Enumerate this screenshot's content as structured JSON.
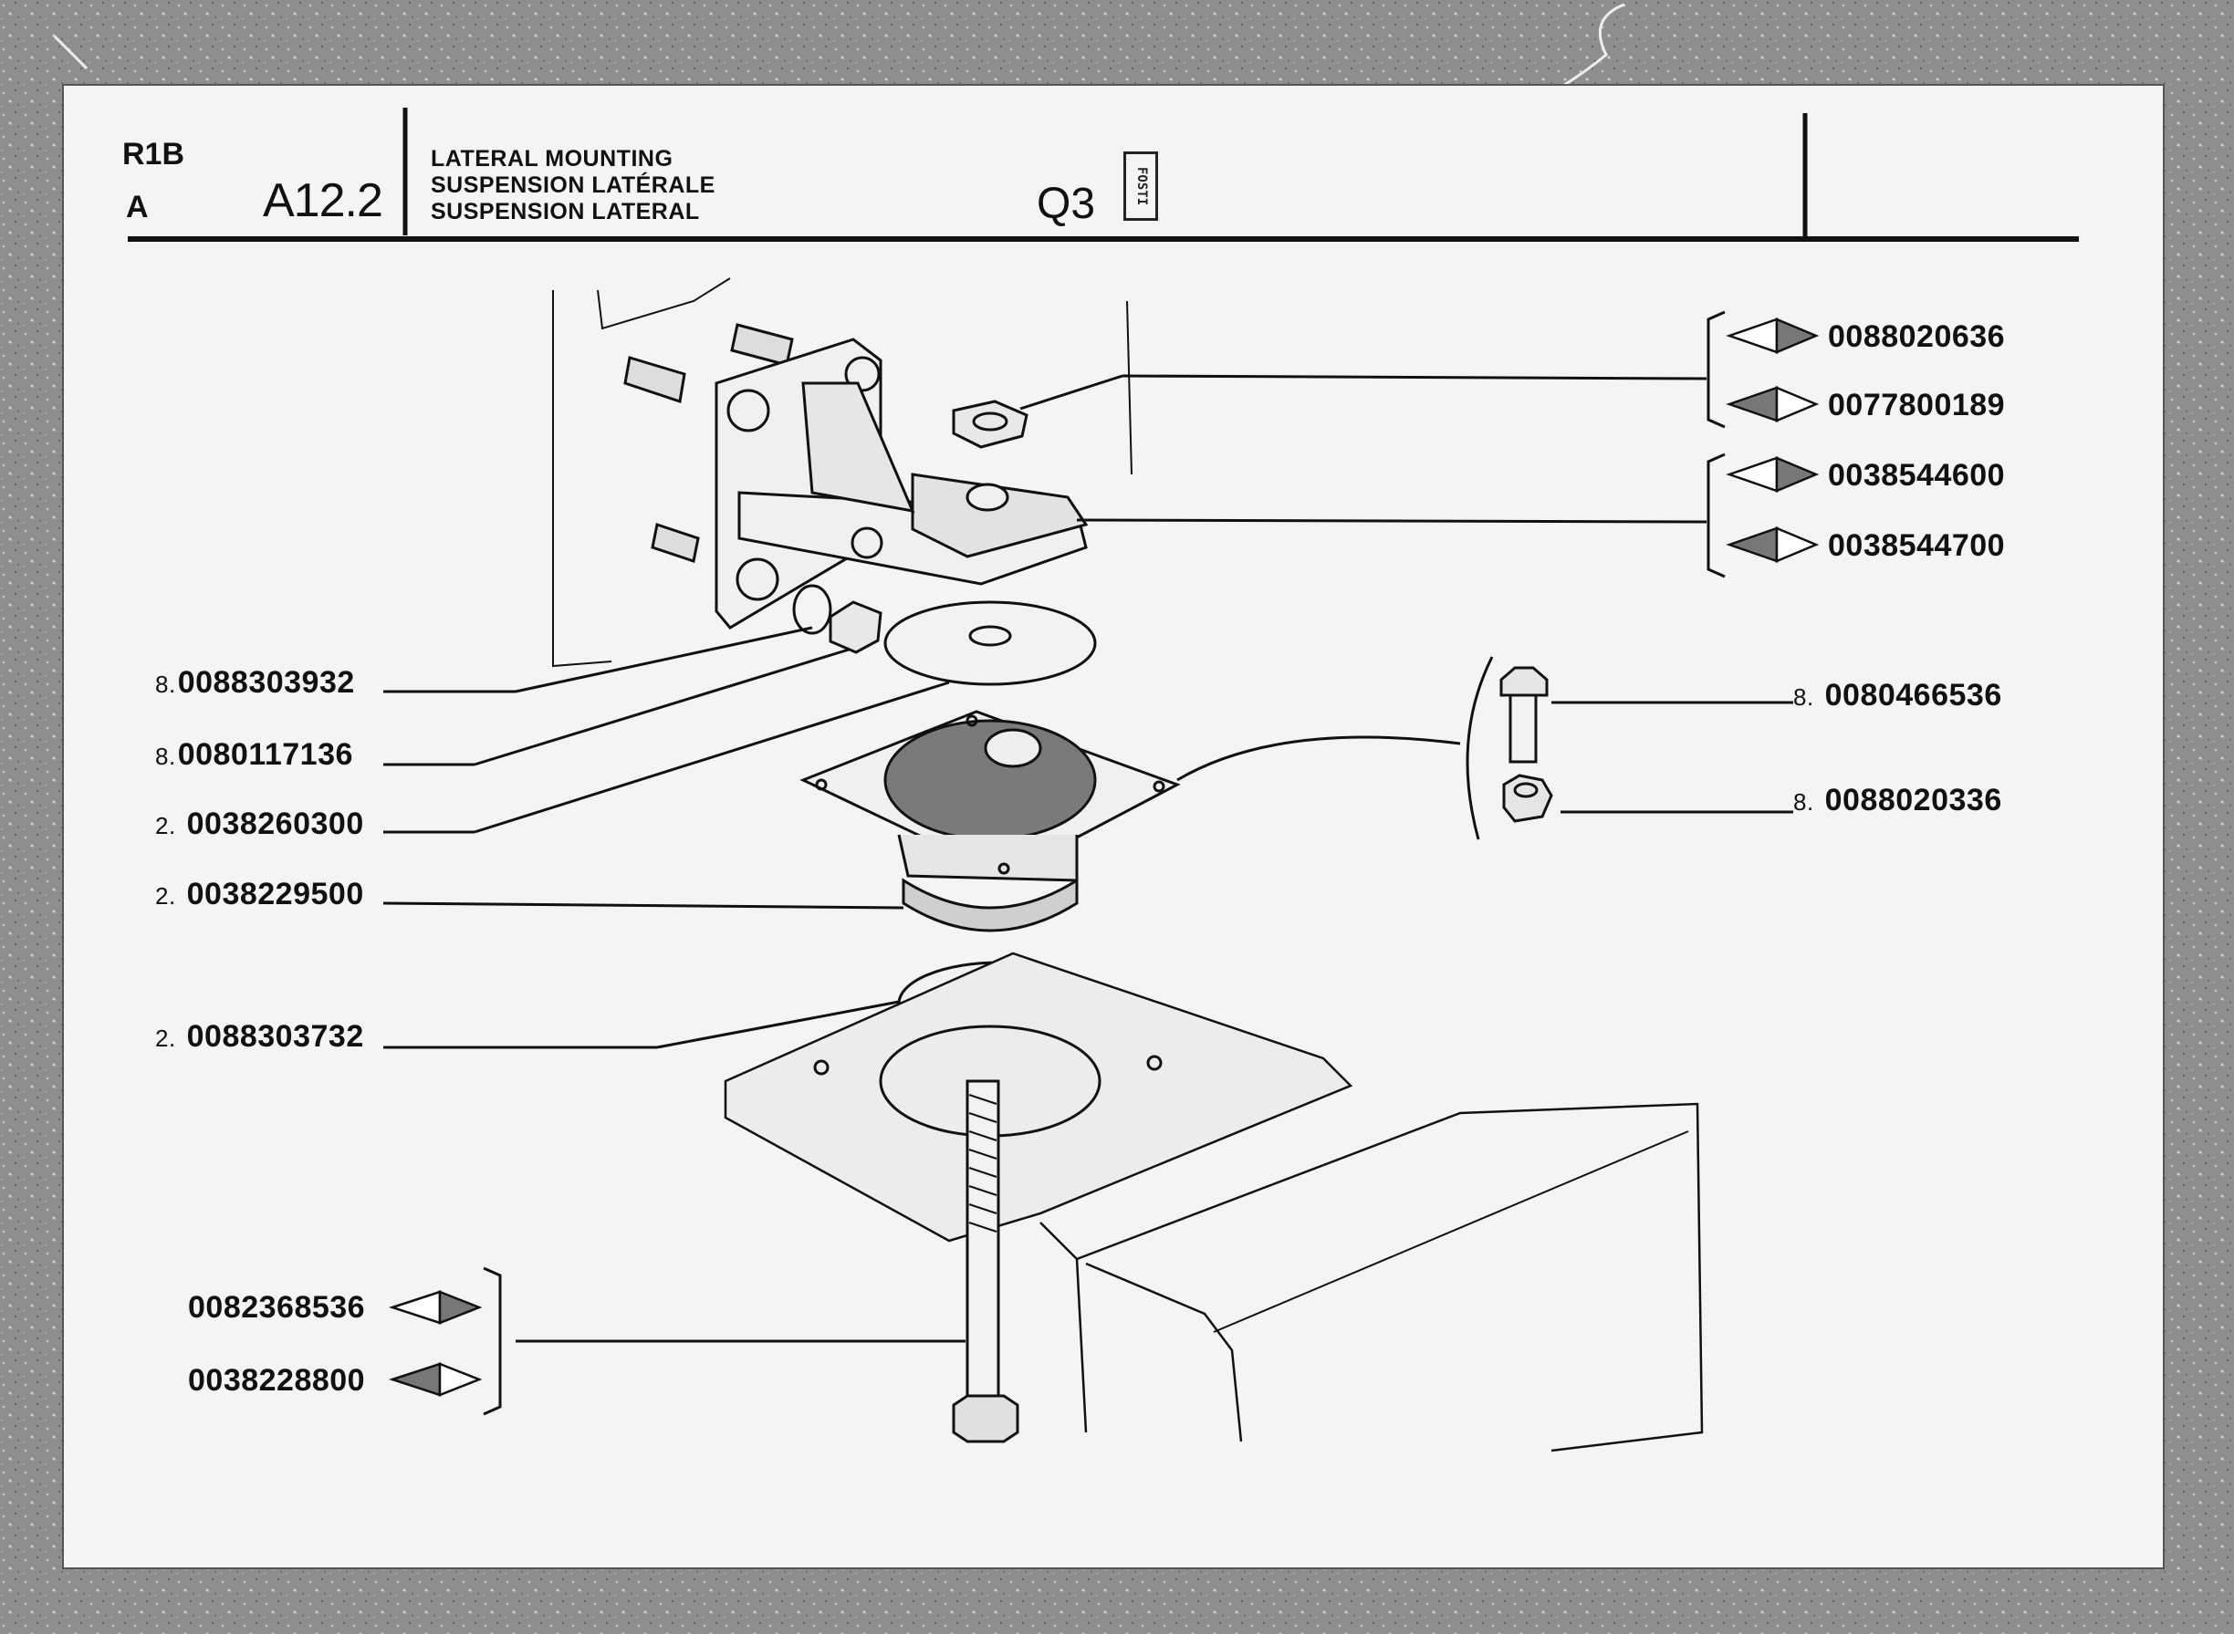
{
  "header": {
    "code_r1b": "R1B",
    "code_a": "A",
    "page_code": "A12.2",
    "title_en": "LATERAL MOUNTING",
    "title_fr": "SUSPENSION LATÉRALE",
    "title_es": "SUSPENSION LATERAL",
    "section_code": "Q3",
    "stamp_text": "FOSTI"
  },
  "parts_right": [
    {
      "number": "0088020636"
    },
    {
      "number": "0077800189"
    },
    {
      "number": "0038544600"
    },
    {
      "number": "0038544700"
    },
    {
      "qty": "8.",
      "number": "0080466536"
    },
    {
      "qty": "8.",
      "number": "0088020336"
    }
  ],
  "parts_left": [
    {
      "qty": "8.",
      "number": "0088303932"
    },
    {
      "qty": "8.",
      "number": "0080117136"
    },
    {
      "qty": "2.",
      "number": "0038260300"
    },
    {
      "qty": "2.",
      "number": "0038229500"
    },
    {
      "qty": "2.",
      "number": "0088303732"
    },
    {
      "number": "0082368536"
    },
    {
      "number": "0038228800"
    }
  ]
}
